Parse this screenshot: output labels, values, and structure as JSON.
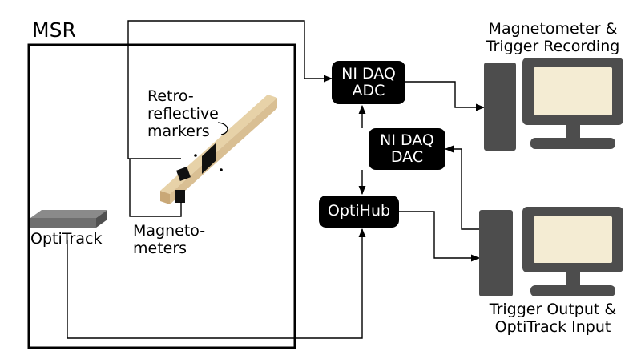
{
  "msr_label": "MSR",
  "optitrack_label": "OptiTrack",
  "markers_label": [
    "Retro-",
    "reflective",
    "markers"
  ],
  "magnetometers_label": [
    "Magneto-",
    "meters"
  ],
  "ni_daq_adc": [
    "NI DAQ",
    "ADC"
  ],
  "ni_daq_dac": [
    "NI DAQ",
    "DAC"
  ],
  "optihub": "OptiHub",
  "recording_computer_label": [
    "Magnetometer &",
    "Trigger Recording"
  ],
  "trigger_computer_label": [
    "Trigger Output &",
    "OptiTrack Input"
  ],
  "colors": {
    "line": "#000000",
    "box": "#000000",
    "box_text": "#ffffff",
    "stick": "#d9bf93",
    "bar_gray": "#6e6e6e",
    "monitor": "#4d4d4d",
    "screen": "#f4ecd3"
  },
  "icons": [
    "optitrack-bar-icon",
    "wooden-stick-icon",
    "magnetometer-sensor-icon",
    "computer-icon"
  ]
}
